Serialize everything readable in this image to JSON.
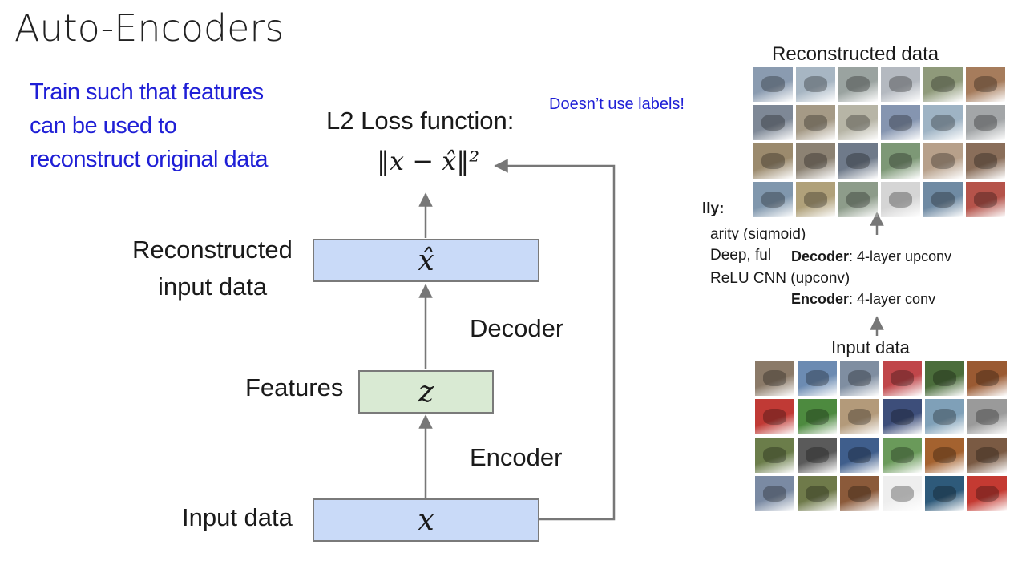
{
  "title": "Auto-Encoders",
  "train_note": [
    "Train such that features",
    "can be used to",
    "reconstruct original data"
  ],
  "labels_note": "Doesn’t use labels!",
  "loss": {
    "title": "L2 Loss function:",
    "formula": "‖x − x̂‖²"
  },
  "diagram": {
    "boxes": {
      "reconstructed": "x̂",
      "features": "z",
      "input": "x"
    },
    "labels": {
      "reconstructed": [
        "Reconstructed",
        "input data"
      ],
      "decoder": "Decoder",
      "features": "Features",
      "encoder": "Encoder",
      "input": "Input data"
    }
  },
  "right_panel": {
    "reconstructed_title": "Reconstructed data",
    "input_title": "Input data",
    "decoder_bold": "Decoder",
    "decoder_rest": ": 4-layer upconv",
    "encoder_bold": "Encoder",
    "encoder_rest": ": 4-layer conv",
    "occluded_lines": [
      "lly:",
      "arity (sigmoid)",
      "Deep, ful",
      "ReLU CNN (upconv)"
    ]
  },
  "colors": {
    "blue_text": "#1f1fd6",
    "box_blue": "#c9daf8",
    "box_green": "#d9ead3",
    "arrow": "#777777"
  },
  "reconstructed_tiles": [
    "#8a9bb0",
    "#a7b6c3",
    "#9aa3a0",
    "#b4b9c0",
    "#8f9a7a",
    "#a67c5c",
    "#7e8896",
    "#a59a86",
    "#b7b5a6",
    "#8595b0",
    "#9eb3c4",
    "#a3a6a8",
    "#9b8a6d",
    "#8c8273",
    "#6f7a8a",
    "#7d9876",
    "#b7a08a",
    "#8a6e5a",
    "#8097ad",
    "#b0a17a",
    "#8d9c8a",
    "#d5d5d5",
    "#6f8aa3",
    "#b5534a"
  ],
  "input_tiles": [
    "#8b7a68",
    "#6c8bb2",
    "#7f8ea1",
    "#c0464a",
    "#4b6d3b",
    "#9a5a32",
    "#c03a35",
    "#4d8a3f",
    "#b39a7a",
    "#3d4e7a",
    "#7fa0b8",
    "#9a9a9a",
    "#6b7d4a",
    "#5a5a5a",
    "#3f5e8c",
    "#6a9a5a",
    "#a4622f",
    "#7a5a43",
    "#7a8aa3",
    "#6f7a4a",
    "#8b5a3a",
    "#eeeeee",
    "#2e5a7a",
    "#c43a32"
  ]
}
